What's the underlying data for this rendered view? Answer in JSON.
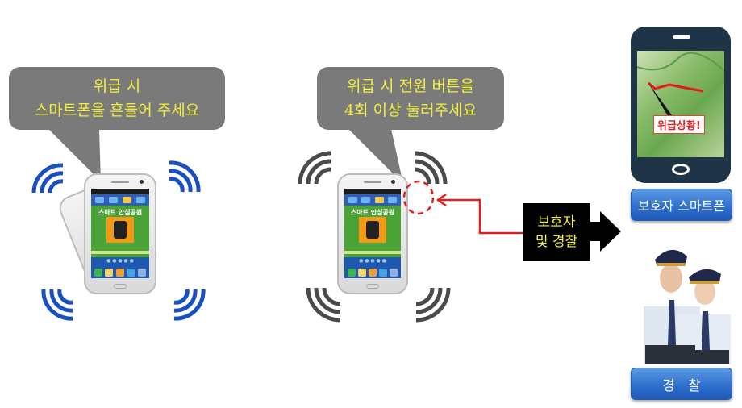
{
  "left_panel": {
    "bubble": {
      "line1": "위급 시",
      "line2": "스마트폰을 흔들어 주세요"
    },
    "phone_screen_title": "스마트 안심공원",
    "vibration_color": "#1a4fc0"
  },
  "middle_panel": {
    "bubble": {
      "line1": "위급 시 전원 버튼을",
      "line2": "4회 이상 눌러주세요"
    },
    "phone_screen_title": "스마트 안심공원",
    "vibration_color": "#4a4a4a",
    "highlight_color": "#e02020"
  },
  "notify_box": {
    "line1": "보호자",
    "line2": "및 경찰"
  },
  "right_panel": {
    "guardian_phone": {
      "alert_text": "위급상황!"
    },
    "guardian_button": "보호자 스마트폰",
    "police_button": "경   찰"
  },
  "colors": {
    "bubble_bg": "#7a7a7a",
    "bubble_text": "#f2ef3a",
    "arrow_red": "#e02020",
    "button_blue": "#2f6fcf"
  }
}
